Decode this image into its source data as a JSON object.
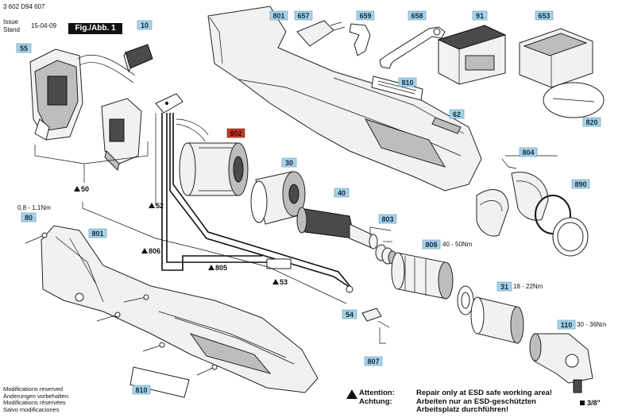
{
  "header": {
    "drawing_no": "3 602 D94 607",
    "issue_label": "Issue",
    "stand_label": "Stand",
    "issue_date": "15-04-09",
    "figure_title": "Fig./Abb. 1"
  },
  "labels": [
    {
      "id": "10"
    },
    {
      "id": "55"
    },
    {
      "id": "801"
    },
    {
      "id": "657"
    },
    {
      "id": "659"
    },
    {
      "id": "658"
    },
    {
      "id": "91"
    },
    {
      "id": "653"
    },
    {
      "id": "810"
    },
    {
      "id": "62"
    },
    {
      "id": "820"
    },
    {
      "id": "802",
      "highlight": true
    },
    {
      "id": "30"
    },
    {
      "id": "804"
    },
    {
      "id": "890"
    },
    {
      "id": "40"
    },
    {
      "id": "803"
    },
    {
      "id": "808"
    },
    {
      "id": "80"
    },
    {
      "id": "801"
    },
    {
      "id": "31"
    },
    {
      "id": "110"
    },
    {
      "id": "54"
    },
    {
      "id": "807"
    },
    {
      "id": "810"
    }
  ],
  "pointer_labels": [
    "50",
    "52",
    "806",
    "805",
    "53"
  ],
  "torques": {
    "t80": "0,8 - 1,1Nm",
    "t808": "40 - 50Nm",
    "t31": "18 - 22Nm",
    "t110": "30 - 36Nm"
  },
  "notes": [
    "Modifications reserved",
    "Änderungen vorbehalten",
    "Modifications réservées",
    "Salvo modificaciones"
  ],
  "warning": [
    {
      "key": "Attention:",
      "text": "Repair only at ESD safe working area!"
    },
    {
      "key": "Achtung:",
      "text": "Arbeiten nur an ESD-geschützten"
    },
    {
      "key": "",
      "text": "Arbeitsplatz durchführen!"
    }
  ],
  "drive_size": "3/8\""
}
